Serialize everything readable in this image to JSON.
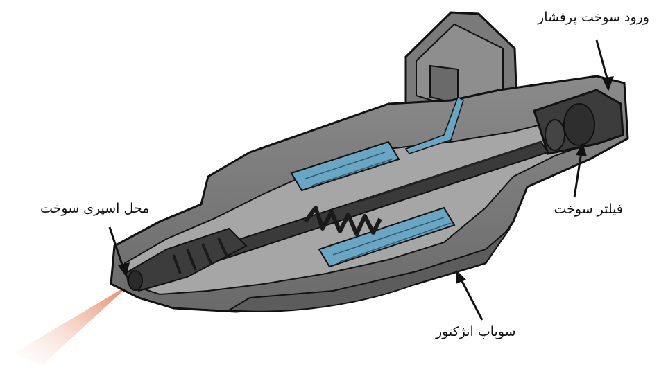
{
  "labels": {
    "high_pressure_fuel_inlet": "ورود سوخت پرفشار",
    "fuel_filter": "فیلتر سوخت",
    "fuel_spray_location": "محل اسپری سوخت",
    "injector_valve": "سوپاپ انژکتور"
  },
  "colors": {
    "body_dark": "#4a4a4a",
    "body_mid": "#7a7a7a",
    "body_light": "#9a9a9a",
    "coil_blue": "#6aa6c4",
    "spray": "#e8a080",
    "arrow": "#111111"
  }
}
